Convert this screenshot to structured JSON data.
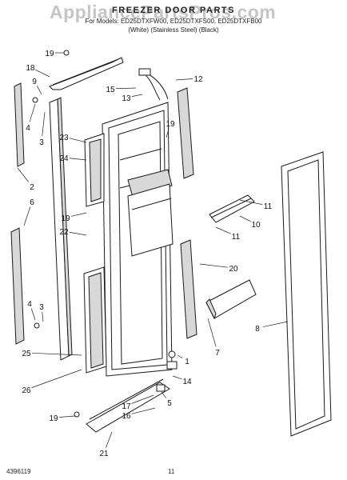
{
  "header": {
    "title": "FREEZER DOOR PARTS",
    "models": "For Models: ED25DTXFW00, ED25DTXFS00, ED25DTXFB00",
    "variants": "(White)          (Stainless Steel)          (Black)"
  },
  "watermark": "AppliancePartsPros.com",
  "callouts": [
    "19",
    "18",
    "9",
    "12",
    "15",
    "13",
    "4",
    "3",
    "23",
    "24",
    "19",
    "2",
    "6",
    "11",
    "19",
    "10",
    "22",
    "11",
    "20",
    "4",
    "3",
    "8",
    "7",
    "1",
    "14",
    "25",
    "26",
    "5",
    "17",
    "16",
    "19",
    "21"
  ],
  "footer": {
    "doc_number": "4396119",
    "page": "11"
  },
  "colors": {
    "line": "#1a1a1a",
    "fill": "#ffffff",
    "shade": "#d8d8d8"
  }
}
